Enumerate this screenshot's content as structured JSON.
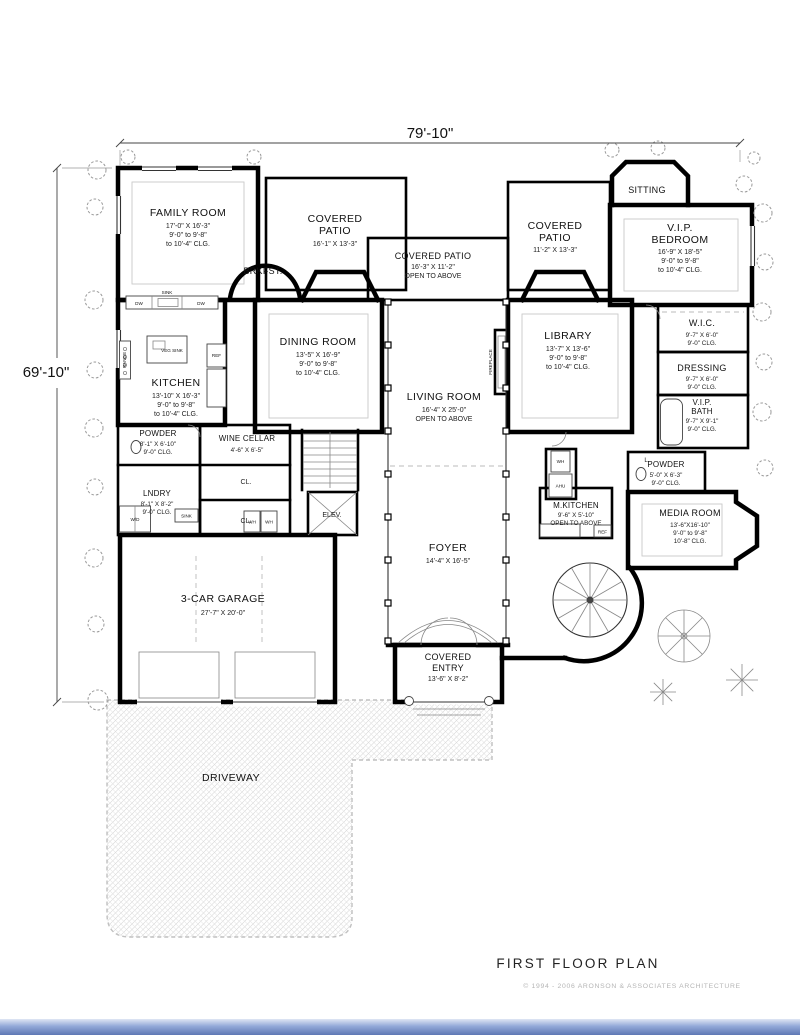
{
  "plan": {
    "title": "FIRST FLOOR PLAN",
    "copyright": "© 1994 -  2006 ARONSON & ASSOCIATES ARCHITECTURE",
    "overall_width": "79'-10\"",
    "overall_depth": "69'-10\""
  },
  "rooms": {
    "family_room": {
      "lines": [
        "FAMILY ROOM",
        "17'-0\" X 16'-3\"",
        "9'-0\" to 9'-8\"",
        "to 10'-4\" CLG."
      ]
    },
    "covered_patio_left": {
      "lines": [
        "COVERED",
        "PATIO",
        "16'-1\" X 13'-3\""
      ]
    },
    "covered_patio_center": {
      "lines": [
        "COVERED PATIO",
        "16'-3\" X 11'-2\"",
        "OPEN TO ABOVE"
      ]
    },
    "covered_patio_right": {
      "lines": [
        "COVERED",
        "PATIO",
        "11'-2\" X 13'-3\""
      ]
    },
    "sitting": {
      "lines": [
        "SITTING"
      ]
    },
    "vip_bedroom": {
      "lines": [
        "V.I.P.",
        "BEDROOM",
        "16'-9\" X 18'-5\"",
        "9'-0\" to 9'-8\"",
        "to 10'-4\" CLG."
      ]
    },
    "breakfast": {
      "lines": [
        "BRKFST."
      ]
    },
    "dining_room": {
      "lines": [
        "DINING ROOM",
        "13'-5\" X 16'-9\"",
        "9'-0\" to 9'-8\"",
        "to 10'-4\" CLG."
      ]
    },
    "library": {
      "lines": [
        "LIBRARY",
        "13'-7\" X 13'-6\"",
        "9'-0\" to 9'-8\"",
        "to 10'-4\" CLG."
      ]
    },
    "wic": {
      "lines": [
        "W.I.C.",
        "9'-7\" X 6'-0\"",
        "9'-0\" CLG."
      ]
    },
    "dressing": {
      "lines": [
        "DRESSING",
        "9'-7\" X 6'-0\"",
        "9'-0\" CLG."
      ]
    },
    "kitchen": {
      "lines": [
        "KITCHEN",
        "13'-10\" X 16'-3\"",
        "9'-0\" to 9'-8\"",
        "to 10'-4\" CLG."
      ]
    },
    "living_room": {
      "lines": [
        "LIVING ROOM",
        "16'-4\" X 25'-0\"",
        "OPEN TO ABOVE"
      ]
    },
    "vip_bath": {
      "lines": [
        "V.I.P.",
        "BATH",
        "9'-7\" X 9'-1\"",
        "9'-0\" CLG."
      ]
    },
    "powder_left": {
      "lines": [
        "POWDER",
        "8'-1\" X 6'-10\"",
        "9'-0\" CLG."
      ]
    },
    "wine_cellar": {
      "lines": [
        "WINE CELLAR",
        "4'-6\" X 6'-5\""
      ]
    },
    "powder_right": {
      "lines": [
        "POWDER",
        "5'-0\" X 6'-3\"",
        "9'-0\" CLG."
      ]
    },
    "laundry": {
      "lines": [
        "LNDRY",
        "8'-1\" X 8'-2\"",
        "9'-0\" CLG."
      ]
    },
    "closet_upper": {
      "lines": [
        "CL."
      ]
    },
    "closet_lower": {
      "lines": [
        "CL."
      ]
    },
    "elevator": {
      "lines": [
        "ELEV."
      ]
    },
    "m_kitchen": {
      "lines": [
        "M.KITCHEN",
        "9'-6\" X 5'-10\"",
        "OPEN TO ABOVE"
      ]
    },
    "media_room": {
      "lines": [
        "MEDIA ROOM",
        "13'-6\"X16'-10\"",
        "9'-0\" to 9'-8\"",
        "10'-8\" CLG."
      ]
    },
    "foyer": {
      "lines": [
        "FOYER",
        "14'-4\" X 16'-5\""
      ]
    },
    "garage": {
      "lines": [
        "3-CAR GARAGE",
        "27'-7\" X 20'-0\""
      ]
    },
    "covered_entry": {
      "lines": [
        "COVERED",
        "ENTRY",
        "13'-6\" X 8'-2\""
      ]
    },
    "driveway": {
      "lines": [
        "DRIVEWAY"
      ]
    },
    "fireplace": {
      "lines": [
        "FIREPLACE"
      ]
    }
  },
  "fixtures": {
    "dw_left": "DW",
    "kitchen_sink": "SINK",
    "dw_right": "DW",
    "range": "RANGE",
    "veg_sink": "VEG SINK",
    "kitchen_ref": "REF",
    "washer_dryer": "W/D",
    "laundry_sink": "SINK",
    "water_heater_1": "WH",
    "water_heater_2": "WH",
    "water_heater_3": "WH",
    "air_handler": "AHU",
    "m_kitchen_ref": "REF",
    "linen": "L."
  },
  "colors": {
    "wall": "#000000",
    "patio_hatch": "#c9c9c9",
    "footer_bar": "#6f88bf"
  }
}
